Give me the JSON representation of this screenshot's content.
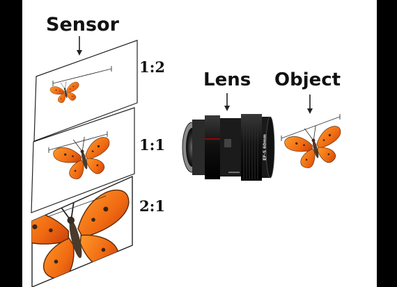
{
  "labels": {
    "sensor": "Sensor",
    "lens": "Lens",
    "object": "Object"
  },
  "ratios": [
    "1:2",
    "1:1",
    "2:1"
  ],
  "colors": {
    "background": "#ffffff",
    "frame": "#000000",
    "wing_orange": "#f06a12",
    "wing_dark": "#3b2414",
    "lens_body": "#151515"
  },
  "lens_text": "EF-S 60mm"
}
